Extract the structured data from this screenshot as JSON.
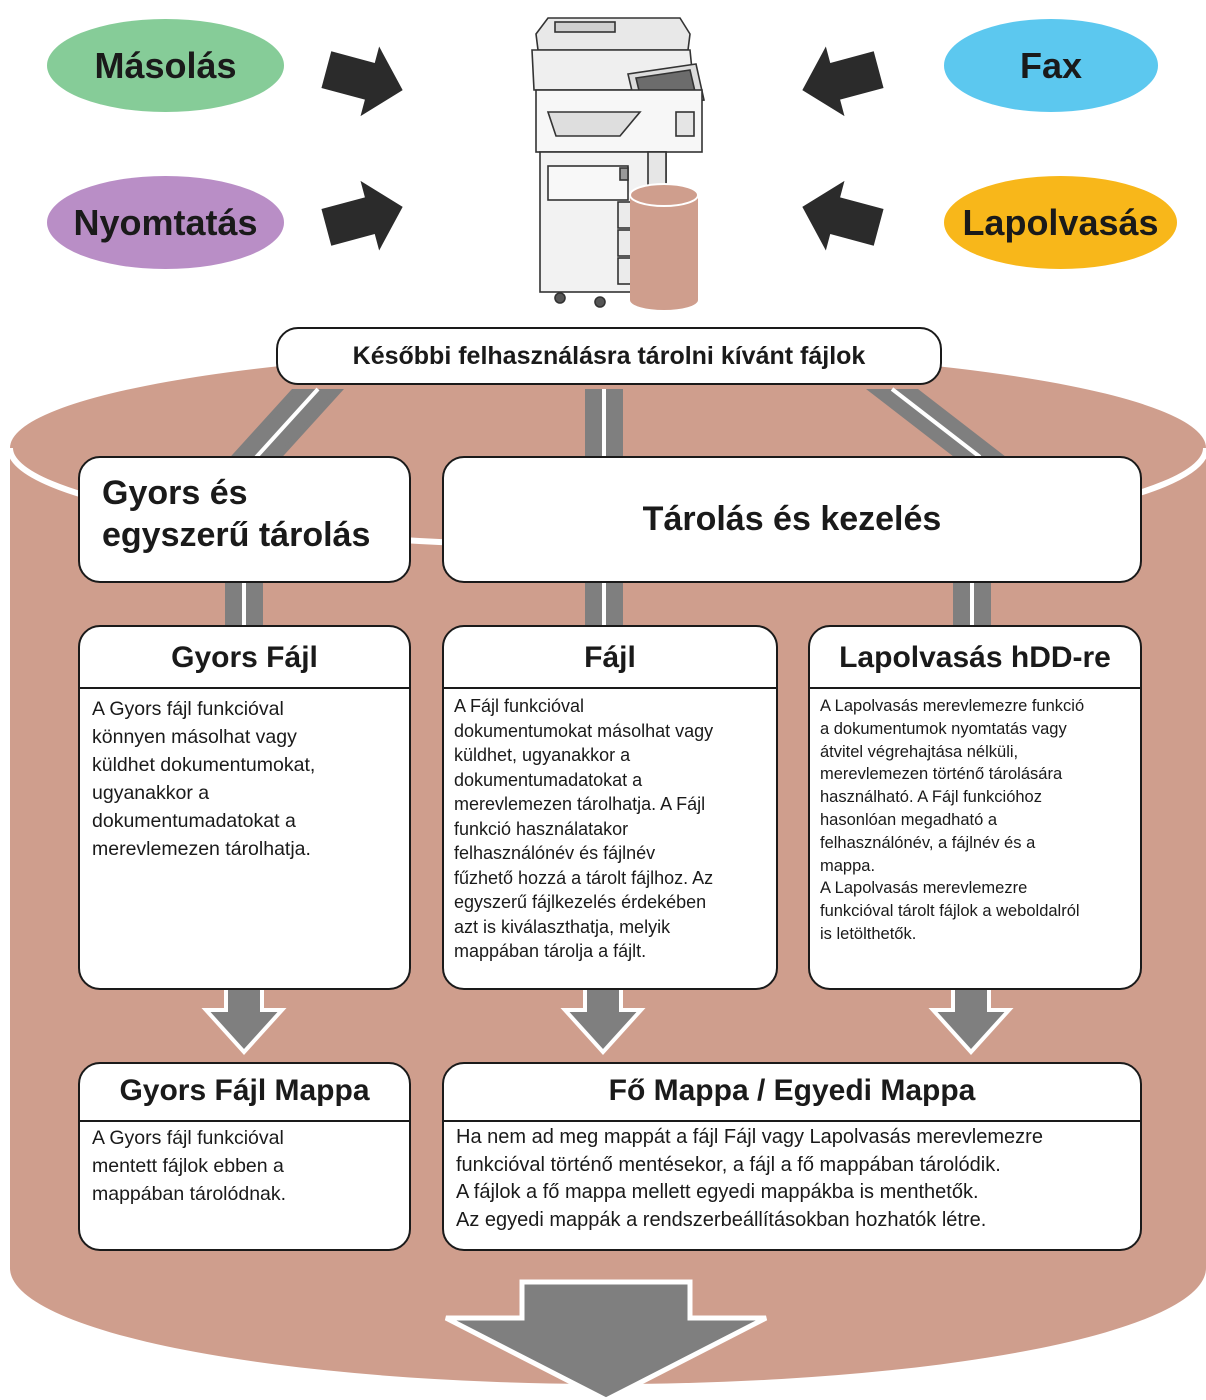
{
  "sources": {
    "copy": "Másolás",
    "fax": "Fax",
    "print": "Nyomtatás",
    "scan": "Lapolvasás"
  },
  "caption": "Későbbi felhasználásra tárolni kívánt fájlok",
  "headers": {
    "quick_simple": "Gyors és\negyszerű tárolás",
    "storage_management": "Tárolás és kezelés"
  },
  "features": [
    {
      "title": "Gyors Fájl",
      "text": "A Gyors fájl funkcióval\nkönnyen másolhat vagy\nküldhet dokumentumokat,\nugyanakkor a\ndokumentumadatokat a\nmerevlemezen tárolhatja."
    },
    {
      "title": "Fájl",
      "text": "A Fájl funkcióval\ndokumentumokat másolhat vagy\nküldhet, ugyanakkor a\ndokumentumadatokat a\nmerevlemezen tárolhatja. A Fájl\nfunkció használatakor\nfelhasználónév és fájlnév\nfűzhető hozzá a tárolt fájlhoz. Az\negyszerű fájlkezelés érdekében\nazt is kiválaszthatja, melyik\nmappában tárolja a fájlt."
    },
    {
      "title": "Lapolvasás hDD-re",
      "text": "A Lapolvasás merevlemezre funkció\na dokumentumok nyomtatás vagy\nátvitel végrehajtása nélküli,\nmerevlemezen történő tárolására\nhasználható. A Fájl funkcióhoz\nhasonlóan megadható a\nfelhasználónév, a fájlnév és a\nmappa.\nA Lapolvasás merevlemezre\nfunkcióval tárolt fájlok a weboldalról\nis letölthetők."
    }
  ],
  "folders": [
    {
      "title": "Gyors Fájl Mappa",
      "text": "A Gyors fájl funkcióval\nmentett fájlok ebben a\nmappában tárolódnak."
    },
    {
      "title": "Fő Mappa / Egyedi Mappa",
      "text": "Ha nem ad meg mappát a fájl Fájl vagy Lapolvasás merevlemezre\nfunkcióval történő mentésekor, a fájl a fő mappában tárolódik.\nA fájlok a fő mappa mellett egyedi mappákba is menthetők.\nAz egyedi mappák a rendszerbeállításokban hozhatók létre."
    }
  ],
  "colors": {
    "copy_oval": "#86cc98",
    "fax_oval": "#5cc8ef",
    "print_oval": "#b98ec6",
    "scan_oval": "#f8b71a",
    "storage": "#cf9e8d",
    "connector": "#7f7f7f",
    "arrow": "#2b2b2b"
  },
  "icons": {
    "device": "multifunction-printer-icon",
    "storage": "hard-disk-cylinder-icon"
  }
}
